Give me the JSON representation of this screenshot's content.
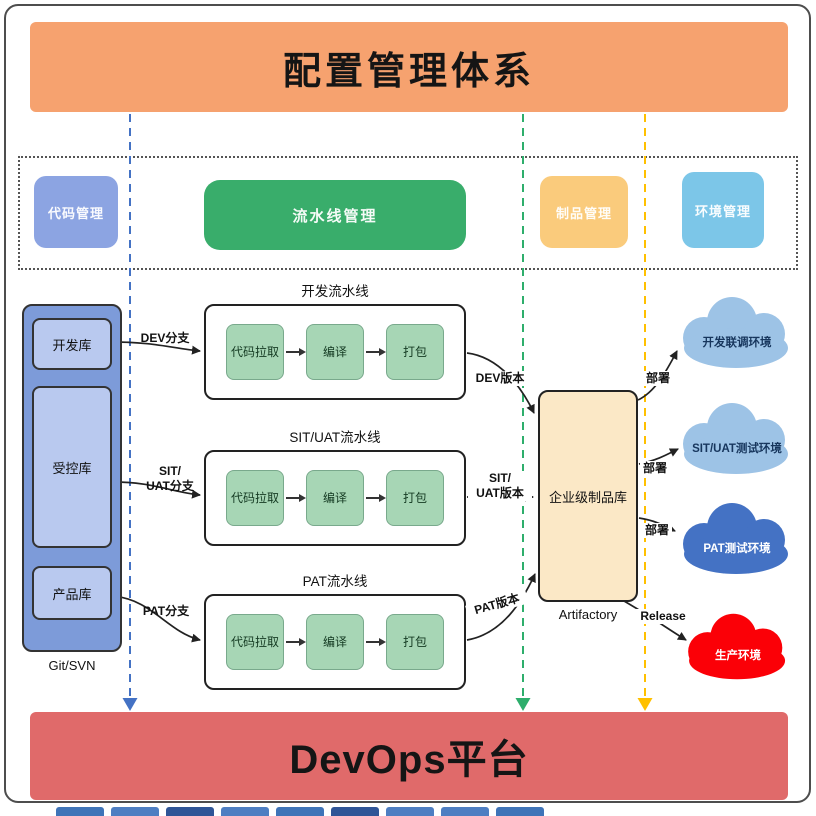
{
  "banners": {
    "top": "配置管理体系",
    "bottom": "DevOps平台",
    "top_color": "#F6A26F",
    "bottom_color": "#E06A6A"
  },
  "legend": {
    "items": [
      {
        "label": "代码管理",
        "color": "#8CA4E2"
      },
      {
        "label": "流水线管理",
        "color": "#39AD6B"
      },
      {
        "label": "制品管理",
        "color": "#FACB7C"
      },
      {
        "label": "环境管理",
        "color": "#7CC6E8"
      }
    ]
  },
  "source_control": {
    "repos": [
      "开发库",
      "受控库",
      "产品库"
    ],
    "caption": "Git/SVN",
    "group_color": "#7D9BD9",
    "box_color": "#B9C9EF"
  },
  "pipelines": [
    {
      "title": "开发流水线",
      "steps": [
        "代码拉取",
        "编译",
        "打包"
      ]
    },
    {
      "title": "SIT/UAT流水线",
      "steps": [
        "代码拉取",
        "编译",
        "打包"
      ]
    },
    {
      "title": "PAT流水线",
      "steps": [
        "代码拉取",
        "编译",
        "打包"
      ]
    }
  ],
  "artifact_repository": {
    "label": "企业级制品库",
    "caption": "Artifactory",
    "color": "#FBE8C6"
  },
  "environments": [
    {
      "label": "开发联调环境",
      "color": "#9DC3E6"
    },
    {
      "label": "SIT/UAT测试环境",
      "color": "#9DC3E6"
    },
    {
      "label": "PAT测试环境",
      "color": "#4472C4"
    },
    {
      "label": "生产环境",
      "color": "#FB0007"
    }
  ],
  "flow_labels": {
    "dev_branch": "DEV分支",
    "sit_uat_branch": "SIT/\nUAT分支",
    "pat_branch": "PAT分支",
    "dev_version": "DEV版本",
    "sit_uat_version": "SIT/\nUAT版本",
    "pat_version": "PAT版本",
    "deploy": "部署",
    "release": "Release"
  },
  "lanes": {
    "code_divider_color": "#4472C4",
    "artifact_divider_color": "#2EAE6C",
    "environment_divider_color": "#FFC000"
  }
}
